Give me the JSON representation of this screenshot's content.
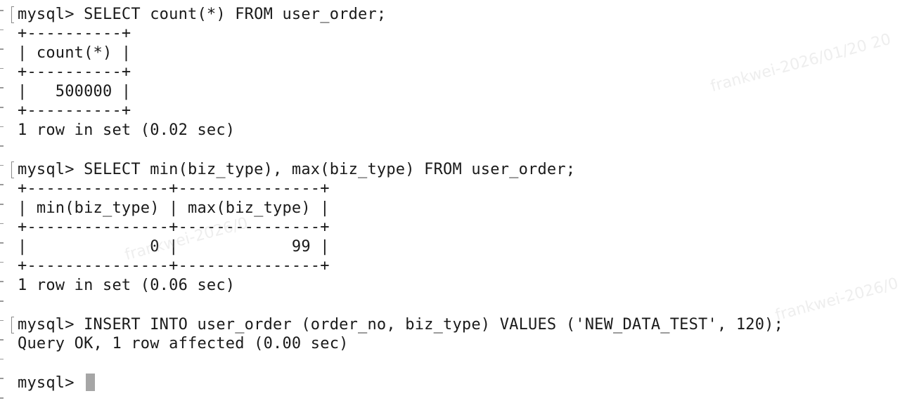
{
  "terminal": {
    "lines": [
      "mysql> SELECT count(*) FROM user_order;",
      "+----------+",
      "| count(*) |",
      "+----------+",
      "|   500000 |",
      "+----------+",
      "1 row in set (0.02 sec)",
      "",
      "mysql> SELECT min(biz_type), max(biz_type) FROM user_order;",
      "+---------------+---------------+",
      "| min(biz_type) | max(biz_type) |",
      "+---------------+---------------+",
      "|             0 |            99 |",
      "+---------------+---------------+",
      "1 row in set (0.06 sec)",
      "",
      "mysql> INSERT INTO user_order (order_no, biz_type) VALUES ('NEW_DATA_TEST', 120);",
      "Query OK, 1 row affected (0.00 sec)",
      "",
      "mysql> "
    ]
  },
  "watermark": {
    "text_1": "frankwei-2026/01/20 20",
    "text_2": "frankwei-2026/0",
    "text_3": "frankwei-2026/0"
  }
}
